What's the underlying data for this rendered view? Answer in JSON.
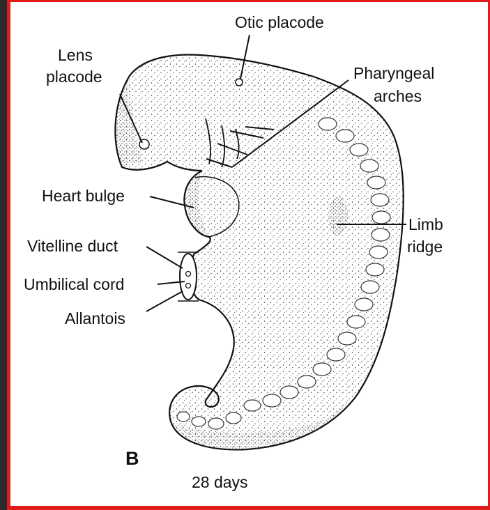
{
  "figure": {
    "panel_letter": "B",
    "caption": "28 days"
  },
  "labels": {
    "otic_placode": "Otic placode",
    "lens_line1": "Lens",
    "lens_line2": "placode",
    "pharyngeal_line1": "Pharyngeal",
    "pharyngeal_line2": "arches",
    "heart_bulge": "Heart bulge",
    "limb_line1": "Limb",
    "limb_line2": "ridge",
    "vitelline_duct": "Vitelline duct",
    "umbilical_cord": "Umbilical cord",
    "allantois": "Allantois"
  },
  "colors": {
    "frame_accent": "#e01b1b",
    "ink": "#111111"
  }
}
